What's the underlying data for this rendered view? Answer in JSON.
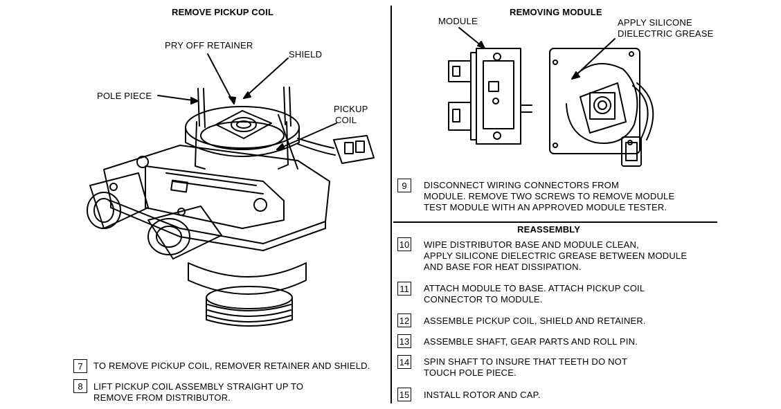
{
  "left": {
    "title": "REMOVE PICKUP COIL",
    "labels": {
      "pry_off_retainer": "PRY OFF RETAINER",
      "shield": "SHIELD",
      "pole_piece": "POLE PIECE",
      "pickup_coil_1": "PICKUP",
      "pickup_coil_2": "COIL"
    },
    "steps": [
      {
        "num": "7",
        "text": "TO REMOVE PICKUP COIL, REMOVER RETAINER AND SHIELD."
      },
      {
        "num": "8",
        "text": "LIFT PICKUP COIL ASSEMBLY STRAIGHT UP TO\nREMOVE FROM DISTRIBUTOR."
      }
    ]
  },
  "right": {
    "title": "REMOVING MODULE",
    "labels": {
      "module": "MODULE",
      "grease_1": "APPLY SILICONE",
      "grease_2": "DIELECTRIC GREASE"
    },
    "step9": {
      "num": "9",
      "text": "DISCONNECT WIRING CONNECTORS FROM\nMODULE. REMOVE TWO SCREWS TO REMOVE MODULE\nTEST MODULE WITH AN APPROVED MODULE TESTER."
    },
    "reassembly_title": "REASSEMBLY",
    "steps": [
      {
        "num": "10",
        "text": "WIPE DISTRIBUTOR BASE AND MODULE CLEAN,\nAPPLY SILICONE DIELECTRIC GREASE BETWEEN MODULE\nAND BASE FOR HEAT DISSIPATION."
      },
      {
        "num": "11",
        "text": "ATTACH MODULE TO BASE. ATTACH PICKUP COIL\nCONNECTOR TO MODULE."
      },
      {
        "num": "12",
        "text": "ASSEMBLE PICKUP COIL, SHIELD AND RETAINER."
      },
      {
        "num": "13",
        "text": "ASSEMBLE SHAFT, GEAR PARTS AND ROLL PIN."
      },
      {
        "num": "14",
        "text": "SPIN SHAFT TO INSURE THAT TEETH DO NOT\nTOUCH POLE PIECE."
      },
      {
        "num": "15",
        "text": "INSTALL ROTOR AND CAP."
      }
    ]
  }
}
